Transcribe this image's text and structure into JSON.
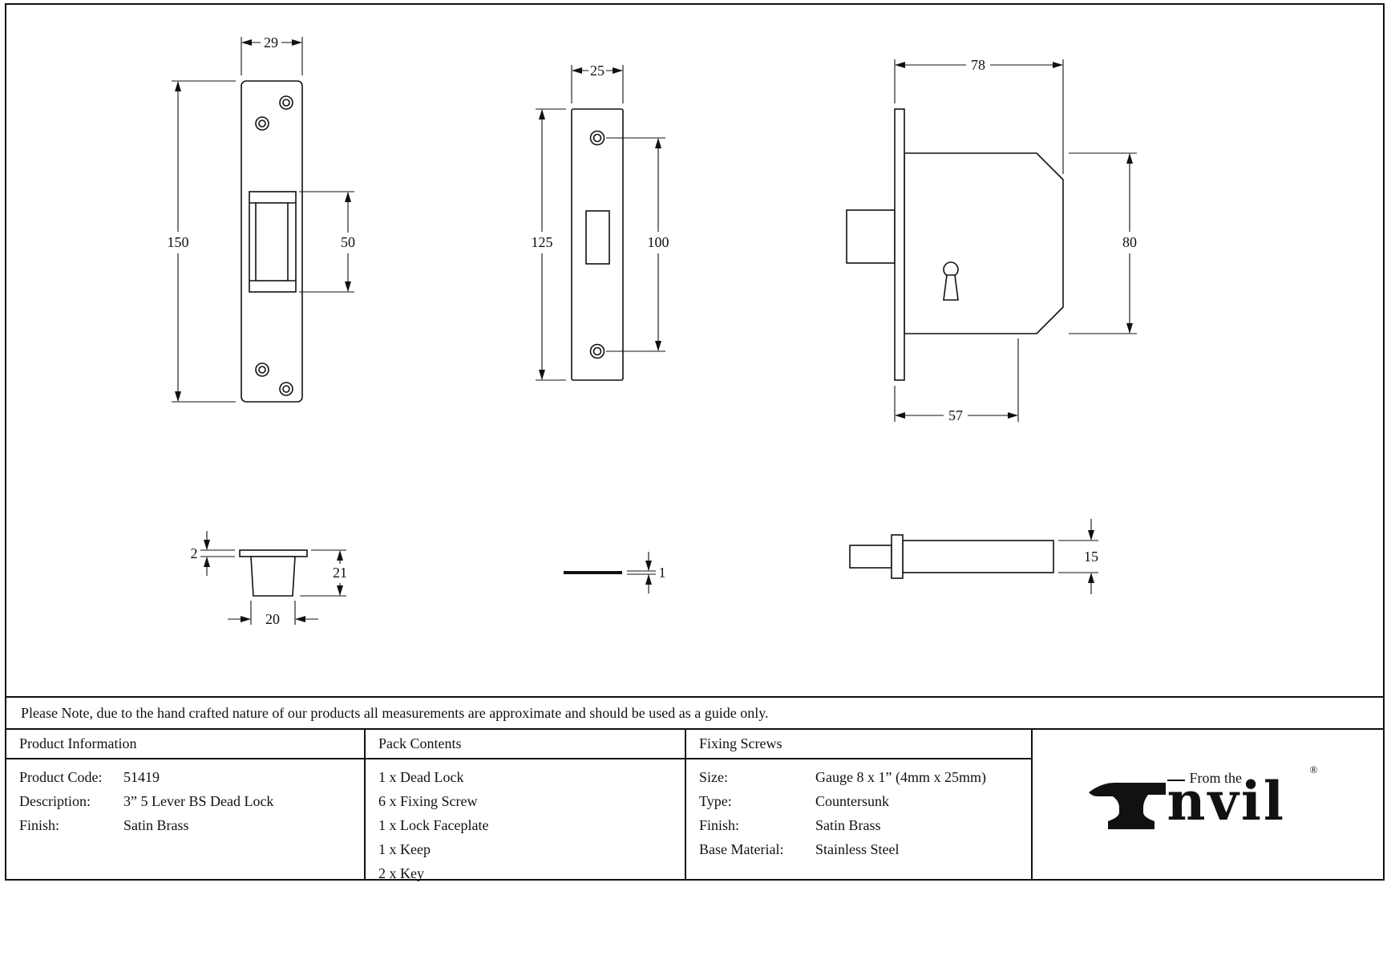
{
  "note": "Please Note, due to the hand crafted nature of our products all measurements are approximate and should be used as a guide only.",
  "table": {
    "product_info": {
      "header": "Product Information",
      "rows": [
        {
          "label": "Product Code:",
          "value": "51419"
        },
        {
          "label": "Description:",
          "value": "3” 5 Lever BS Dead Lock"
        },
        {
          "label": "Finish:",
          "value": "Satin Brass"
        }
      ]
    },
    "pack_contents": {
      "header": "Pack Contents",
      "items": [
        "1 x Dead Lock",
        "6 x Fixing Screw",
        "1 x Lock Faceplate",
        "1 x Keep",
        "2 x Key"
      ]
    },
    "fixing_screws": {
      "header": "Fixing Screws",
      "rows": [
        {
          "label": "Size:",
          "value": "Gauge 8 x 1” (4mm x 25mm)"
        },
        {
          "label": "Type:",
          "value": "Countersunk"
        },
        {
          "label": "Finish:",
          "value": "Satin Brass"
        },
        {
          "label": "Base Material:",
          "value": "Stainless Steel"
        }
      ]
    }
  },
  "logo": {
    "tagline": "From the",
    "brand": "Anvil",
    "brand_suffix": "nvil",
    "registered": "®"
  },
  "dimensions": {
    "keep_width": "29",
    "keep_height": "150",
    "keep_cutout": "50",
    "faceplate_width": "25",
    "faceplate_height": "125",
    "hole_centres": "100",
    "case_depth": "78",
    "case_height": "80",
    "backset": "57",
    "keep_lip": "2",
    "keep_box_depth": "21",
    "keep_box_width": "20",
    "faceplate_thickness": "1",
    "case_thickness": "15"
  }
}
